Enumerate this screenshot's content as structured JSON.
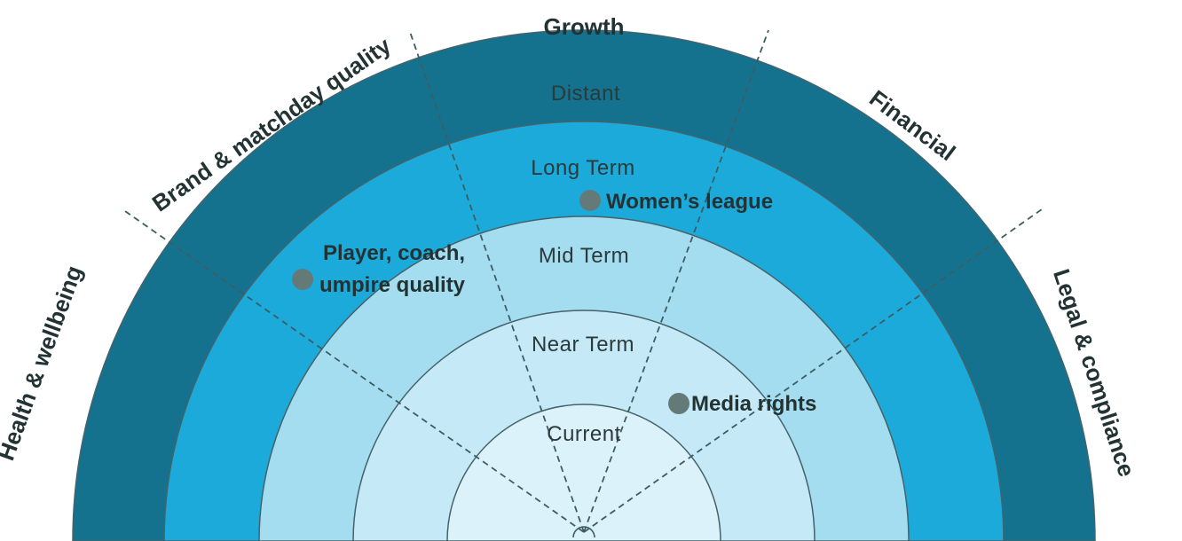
{
  "rings": [
    {
      "label": "Distant",
      "color": "#15728f"
    },
    {
      "label": "Long Term",
      "color": "#1caadb"
    },
    {
      "label": "Mid Term",
      "color": "#a4dcf0"
    },
    {
      "label": "Near Term",
      "color": "#c5e9f6"
    },
    {
      "label": "Current",
      "color": "#dcf2fa"
    }
  ],
  "sectors": [
    {
      "label": "Health & wellbeing"
    },
    {
      "label": "Brand & matchday quality"
    },
    {
      "label": "Growth"
    },
    {
      "label": "Financial"
    },
    {
      "label": "Legal & compliance"
    }
  ],
  "items": [
    {
      "lines": [
        "Player, coach,",
        "umpire quality"
      ],
      "ring": "Long Term",
      "sector": "Brand & matchday quality"
    },
    {
      "lines": [
        "Women’s league"
      ],
      "ring": "Long Term",
      "sector": "Growth"
    },
    {
      "lines": [
        "Media rights"
      ],
      "ring": "Near Term",
      "sector": "Financial"
    }
  ],
  "colors": {
    "dot": "#637a78",
    "divider": "#3c5d62",
    "text": "#233333"
  }
}
